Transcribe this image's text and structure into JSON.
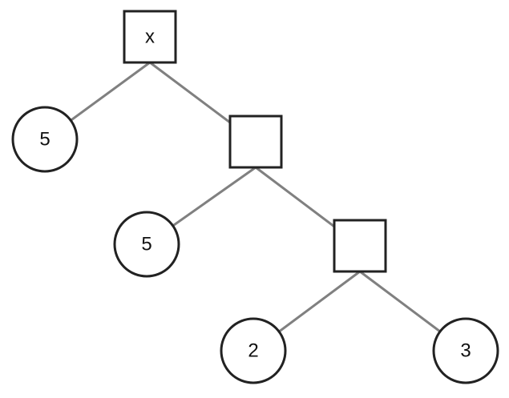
{
  "diagram": {
    "type": "tree",
    "colors": {
      "edge": "#808080",
      "stroke": "#222222",
      "fill": "#ffffff",
      "text": "#111111"
    },
    "nodes": [
      {
        "id": "n1",
        "shape": "square",
        "label": "x"
      },
      {
        "id": "n2",
        "shape": "circle",
        "label": "5"
      },
      {
        "id": "n3",
        "shape": "square",
        "label": ""
      },
      {
        "id": "n4",
        "shape": "circle",
        "label": "5"
      },
      {
        "id": "n5",
        "shape": "square",
        "label": ""
      },
      {
        "id": "n6",
        "shape": "circle",
        "label": "2"
      },
      {
        "id": "n7",
        "shape": "circle",
        "label": "3"
      }
    ],
    "edges": [
      {
        "from": "n1",
        "to": "n2"
      },
      {
        "from": "n1",
        "to": "n3"
      },
      {
        "from": "n3",
        "to": "n4"
      },
      {
        "from": "n3",
        "to": "n5"
      },
      {
        "from": "n5",
        "to": "n6"
      },
      {
        "from": "n5",
        "to": "n7"
      }
    ]
  }
}
